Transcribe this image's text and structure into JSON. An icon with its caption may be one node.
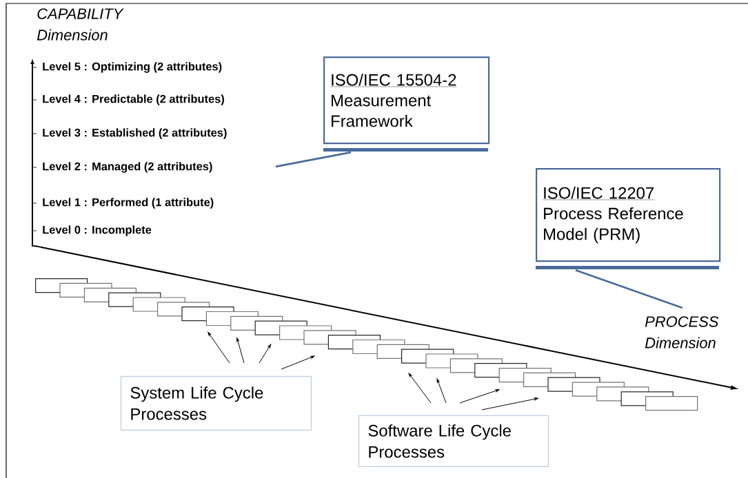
{
  "diagram": {
    "nodes": [
      {
        "text": [
          "ISO/IEC 15504-2",
          "Measurement Framework"
        ]
      },
      {
        "text": [
          "ISO/IEC 12207",
          "Process Reference Model (PRM)"
        ]
      },
      {
        "text": [
          "System Life Cycle Processes"
        ]
      },
      {
        "text": [
          "Software Life Cycle Processes"
        ]
      },
      {
        "text": [],
        "shape": "box"
      },
      {
        "text": [],
        "shape": "box"
      },
      {
        "text": [],
        "shape": "box"
      },
      {
        "text": [],
        "shape": "box"
      },
      {
        "text": [],
        "shape": "box"
      },
      {
        "text": [],
        "shape": "box"
      },
      {
        "text": [],
        "shape": "box"
      },
      {
        "text": [],
        "shape": "box"
      },
      {
        "text": [],
        "shape": "box"
      },
      {
        "text": [],
        "shape": "box"
      },
      {
        "text": [],
        "shape": "box"
      },
      {
        "text": [],
        "shape": "box"
      },
      {
        "text": [],
        "shape": "box"
      },
      {
        "text": [],
        "shape": "box"
      },
      {
        "text": [],
        "shape": "box"
      },
      {
        "text": [],
        "shape": "box"
      },
      {
        "text": [],
        "shape": "box"
      },
      {
        "text": [],
        "shape": "box"
      },
      {
        "text": [],
        "shape": "box"
      },
      {
        "text": [],
        "shape": "box"
      },
      {
        "text": [],
        "shape": "box"
      },
      {
        "text": [],
        "shape": "box"
      },
      {
        "text": [],
        "shape": "box"
      },
      {
        "text": [],
        "shape": "box"
      },
      {
        "text": [],
        "shape": "box"
      },
      {
        "text": [],
        "shape": "box"
      }
    ],
    "edges": [
      {
        "from": 0,
        "to": null,
        "arrow": "none",
        "color": "#4a6a9c",
        "style": "thick"
      },
      {
        "from": 1,
        "to": null,
        "arrow": "none",
        "color": "#4a6a9c",
        "style": "thick"
      },
      {
        "from": 2,
        "to": 11,
        "arrow": "to"
      },
      {
        "from": 2,
        "to": 12,
        "arrow": "to"
      },
      {
        "from": 2,
        "to": 13,
        "arrow": "to"
      },
      {
        "from": 2,
        "to": 15,
        "arrow": "to"
      },
      {
        "from": 3,
        "to": 19,
        "arrow": "to"
      },
      {
        "from": 3,
        "to": 20,
        "arrow": "to"
      },
      {
        "from": 3,
        "to": 23,
        "arrow": "to"
      },
      {
        "from": 3,
        "to": 24,
        "arrow": "to"
      }
    ],
    "labels": [
      "CAPABILITY Dimension",
      "Level 5 : Optimizing (2 attributes)",
      "Level 4 : Predictable (2 attributes)",
      "Level 3 : Established (2 attributes)",
      "Level 2 : Managed (2 attributes)",
      "Level 1 : Performed (1 attribute)",
      "Level 0 : Incomplete",
      "PROCESS Dimension"
    ]
  }
}
